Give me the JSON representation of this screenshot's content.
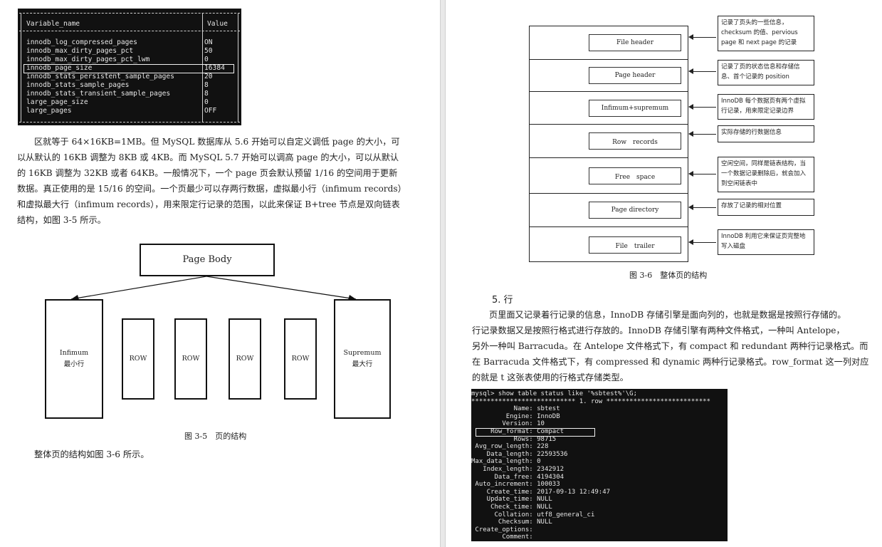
{
  "left_page": {
    "terminal": {
      "header_name": "Variable_name",
      "header_value": "Value",
      "rows": [
        {
          "name": "innodb_log_compressed_pages",
          "value": "ON"
        },
        {
          "name": "innodb_max_dirty_pages_pct",
          "value": "50"
        },
        {
          "name": "innodb_max_dirty_pages_pct_lwm",
          "value": "0"
        },
        {
          "name": "innodb_page_size",
          "value": "16384"
        },
        {
          "name": "innodb_stats_persistent_sample_pages",
          "value": "20"
        },
        {
          "name": "innodb_stats_sample_pages",
          "value": "8"
        },
        {
          "name": "innodb_stats_transient_sample_pages",
          "value": "8"
        },
        {
          "name": "large_page_size",
          "value": "0"
        },
        {
          "name": "large_pages",
          "value": "OFF"
        }
      ]
    },
    "paragraph": [
      "区就等于 64×16KB=1MB。但 MySQL 数据库从 5.6 开始可以自定义调低 page 的大小，可",
      "以从默认的 16KB 调整为 8KB 或 4KB。而 MySQL 5.7 开始可以调高 page 的大小，可以从默认",
      "的 16KB 调整为 32KB 或者 64KB。一般情况下，一个 page 页会默认预留 1/16 的空间用于更新",
      "数据。真正使用的是 15/16 的空间。一个页最少可以存两行数据，虚拟最小行（infimum records）",
      "和虚拟最大行（infimum records），用来限定行记录的范围，以此来保证 B+tree 节点是双向链表",
      "结构，如图 3-5 所示。"
    ],
    "figure_3_5": {
      "page_body": "Page Body",
      "infimum_line1": "Infimum",
      "infimum_line2": "最小行",
      "row_labels": [
        "ROW",
        "ROW",
        "ROW",
        "ROW"
      ],
      "supremum_line1": "Supremum",
      "supremum_line2": "最大行",
      "caption": "图 3-5　页的结构"
    },
    "closing_text": "整体页的结构如图 3-6 所示。"
  },
  "right_page": {
    "figure_3_6": {
      "sections": [
        "File header",
        "Page header",
        "Infimum+supremum",
        "Row　records",
        "Free　space",
        "Page directory",
        "File　trailer"
      ],
      "notes": [
        "记录了页头的一些信息，checksum 的值、pervious page 和 next page 的记录",
        "记录了页的状态信息和存储信息、首个记录的 position",
        "InnoDB 每个数据页有两个虚拟行记录，用来限定记录边界",
        "实际存储的行数据信息",
        "空闲空间，同样是链表结构，当一个数据记录删除后，就会加入到空闲链表中",
        "存放了记录的相对位置",
        "InnoDB 利用它来保证页完整地写入磁盘"
      ],
      "caption": "图 3-6　整体页的结构"
    },
    "heading": "5. 行",
    "paragraph": [
      "页里面又记录着行记录的信息，InnoDB 存储引擎是面向列的，也就是数据是按照行存储的。",
      "行记录数据又是按照行格式进行存放的。InnoDB 存储引擎有两种文件格式，一种叫 Antelope，",
      "另外一种叫 Barracuda。在 Antelope 文件格式下，有 compact 和 redundant 两种行记录格式。而",
      "在 Barracuda 文件格式下，有 compressed 和 dynamic 两种行记录格式。row_format 这一列对应",
      "的就是 t 这张表使用的行格式存储类型。"
    ],
    "terminal_lines": [
      "mysql> show table status like '%sbtest%'\\G;",
      "*************************** 1. row ***************************",
      "           Name: sbtest",
      "         Engine: InnoDB",
      "        Version: 10",
      "     Row_format: Compact",
      "           Rows: 98715",
      " Avg_row_length: 228",
      "    Data_length: 22593536",
      "Max_data_length: 0",
      "   Index_length: 2342912",
      "      Data_free: 4194304",
      " Auto_increment: 100033",
      "    Create_time: 2017-09-13 12:49:47",
      "    Update_time: NULL",
      "     Check_time: NULL",
      "      Collation: utf8_general_ci",
      "       Checksum: NULL",
      " Create_options:",
      "        Comment:"
    ]
  }
}
